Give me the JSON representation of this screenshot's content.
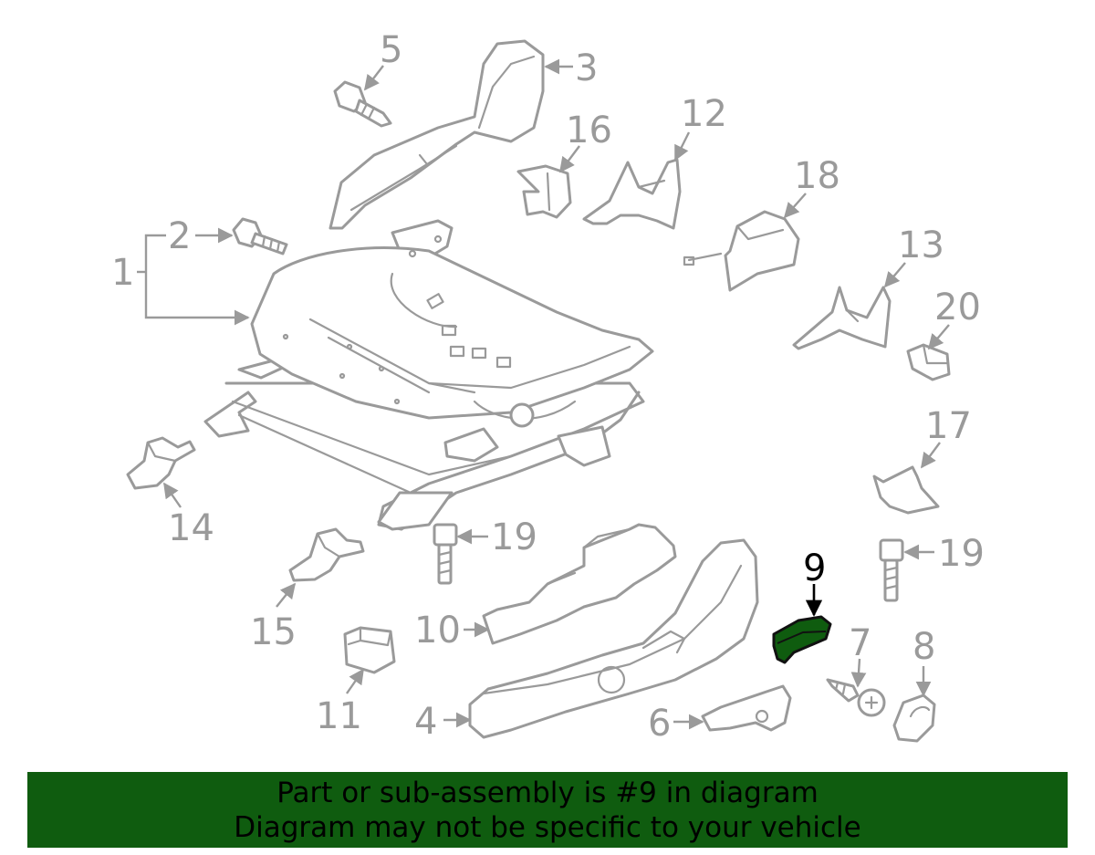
{
  "callouts": {
    "c1": "1",
    "c2": "2",
    "c3": "3",
    "c4": "4",
    "c5": "5",
    "c6": "6",
    "c7": "7",
    "c8": "8",
    "c9": "9",
    "c10": "10",
    "c11": "11",
    "c12": "12",
    "c13": "13",
    "c14": "14",
    "c15": "15",
    "c16": "16",
    "c17": "17",
    "c18": "18",
    "c19a": "19",
    "c19b": "19",
    "c20": "20"
  },
  "highlighted_part": "9",
  "colors": {
    "line": "#9a9a9a",
    "highlight_fill": "#0f5c0f",
    "banner_bg": "#0f5c0f",
    "banner_text": "#000000"
  },
  "banner": {
    "line1": "Part or sub-assembly is #9 in diagram",
    "line2": "Diagram may not be specific to your vehicle"
  }
}
